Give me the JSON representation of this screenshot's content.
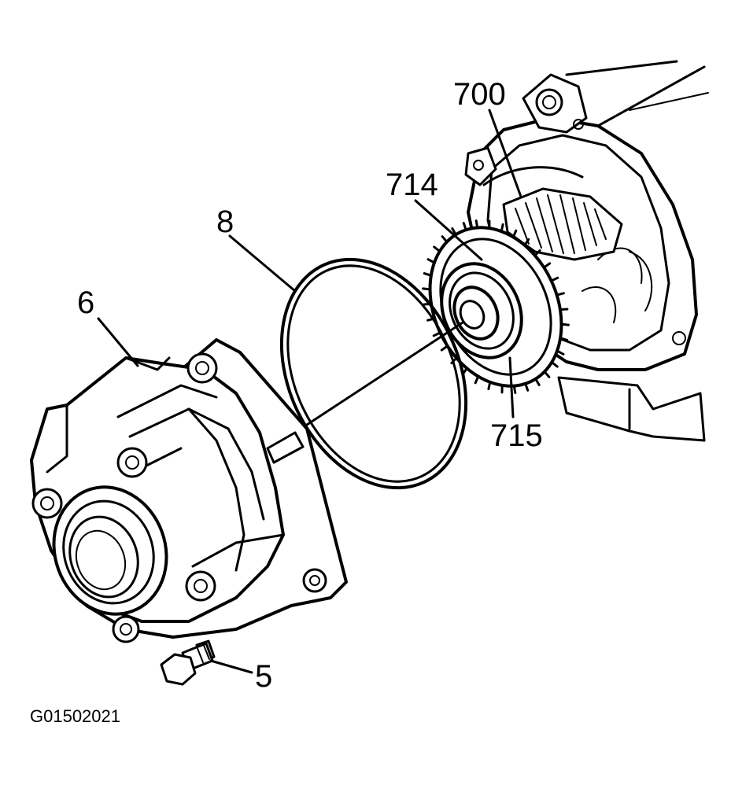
{
  "diagram": {
    "callouts": {
      "bolt": "5",
      "cover": "6",
      "seal_ring": "8",
      "differential": "700",
      "ring_gear": "714",
      "bearing": "715"
    },
    "figure_id": "G01502021",
    "colors": {
      "line": "#000000",
      "background": "#ffffff"
    }
  }
}
